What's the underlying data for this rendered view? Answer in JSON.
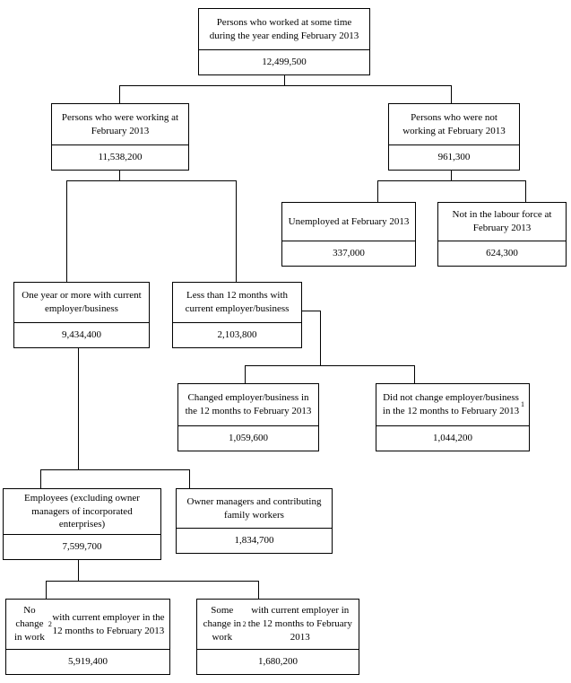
{
  "diagram": {
    "title": "Persons who worked at some time during the year ending February 2013 - flow diagram",
    "line_color": "#000000",
    "box_fill": "#ffffff",
    "text_color": "#000000"
  },
  "nodes": {
    "total_worked": {
      "label": "Persons who worked at some time during the year ending February 2013",
      "value": "12,499,500"
    },
    "working_feb": {
      "label": "Persons who were working at February 2013",
      "value": "11,538,200"
    },
    "not_working_feb": {
      "label": "Persons who were not working at February 2013",
      "value": "961,300"
    },
    "unemployed": {
      "label": "Unemployed at February 2013",
      "value": "337,000"
    },
    "not_in_labour_force": {
      "label": "Not in the labour force at February 2013",
      "value": "624,300"
    },
    "one_year_or_more": {
      "label": "One year or more with current employer/business",
      "value": "9,434,400"
    },
    "less_than_12_months": {
      "label": "Less than 12 months with current employer/business",
      "value": "2,103,800"
    },
    "changed_employer": {
      "label": "Changed employer/business in the 12 months to February 2013",
      "value": "1,059,600"
    },
    "did_not_change_employer": {
      "label_before_sup": "Did not change employer/business in the 12 months to February 2013",
      "label_sup": "1",
      "value": "1,044,200"
    },
    "employees": {
      "label": "Employees (excluding owner managers of incorporated enterprises)",
      "value": "7,599,700"
    },
    "owner_managers": {
      "label": "Owner managers and contributing family workers",
      "value": "1,834,700"
    },
    "no_change_in_work": {
      "label_part1": "No change in work",
      "label_sup": "2",
      "label_part2": " with current employer in the 12 months to February 2013",
      "value": "5,919,400"
    },
    "some_change_in_work": {
      "label_part1": "Some change in work",
      "label_sup": "2",
      "label_part2": " with current employer in the 12 months to February 2013",
      "value": "1,680,200"
    }
  }
}
